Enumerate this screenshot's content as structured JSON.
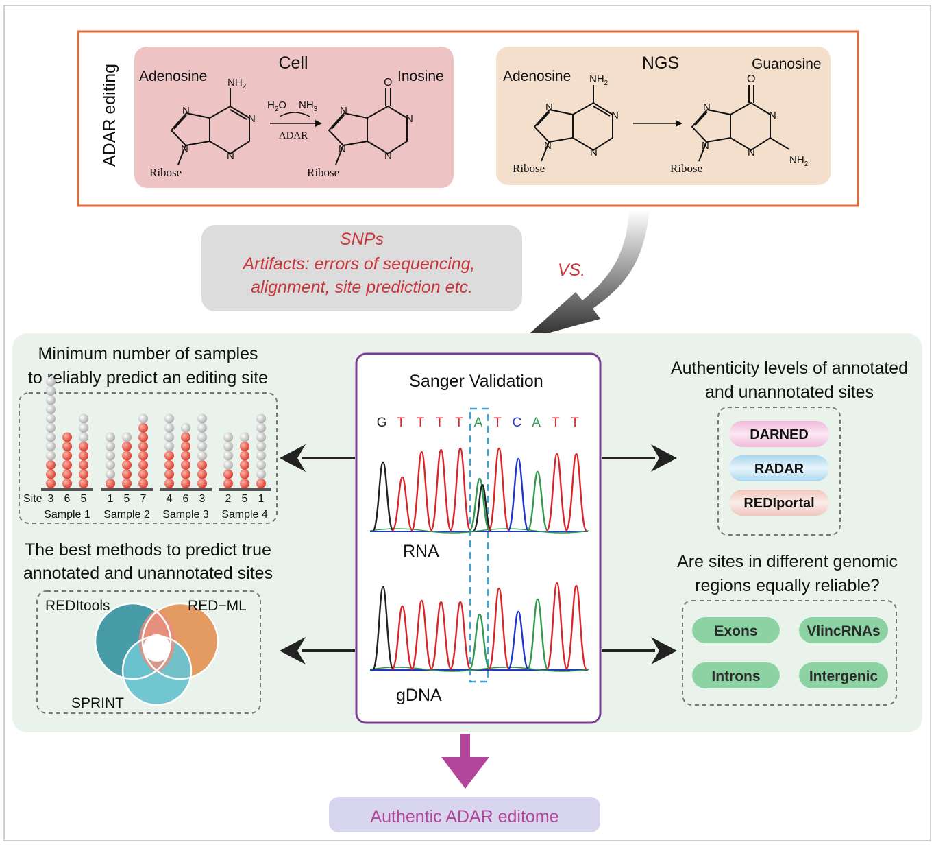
{
  "adar": {
    "side_label": "ADAR editing",
    "cell": {
      "title": "Cell",
      "left_name": "Adenosine",
      "right_name": "Inosine",
      "nh2": "NH",
      "nh2_sub": "2",
      "oxygen": "O",
      "nitrogen": "N",
      "ribose": "Ribose",
      "reagent_left": "H",
      "reagent_left_sub": "2",
      "reagent_left_tail": "O",
      "reagent_right": "NH",
      "reagent_right_sub": "3",
      "enzyme": "ADAR"
    },
    "ngs": {
      "title": "NGS",
      "left_name": "Adenosine",
      "right_name": "Guanosine",
      "nh2": "NH",
      "nh2_sub": "2",
      "oxygen": "O",
      "nitrogen": "N",
      "ribose": "Ribose"
    }
  },
  "confounders": {
    "line1": "SNPs",
    "line2": "Artifacts: errors of sequencing,",
    "line3": "alignment, site prediction etc.",
    "vs": "VS."
  },
  "samples_panel": {
    "title_line1": "Minimum number of samples",
    "title_line2": "to reliably predict an editing site",
    "site_label": "Site",
    "groups": [
      {
        "name": "Sample 1",
        "sites": [
          3,
          6,
          5
        ],
        "heights": [
          12,
          6,
          8
        ]
      },
      {
        "name": "Sample 2",
        "sites": [
          1,
          5,
          7
        ],
        "heights": [
          6,
          6,
          8
        ]
      },
      {
        "name": "Sample 3",
        "sites": [
          4,
          6,
          3
        ],
        "heights": [
          8,
          7,
          8
        ]
      },
      {
        "name": "Sample 4",
        "sites": [
          2,
          5,
          1
        ],
        "heights": [
          6,
          6,
          8
        ]
      }
    ]
  },
  "methods_panel": {
    "title_line1": "The best methods to predict true",
    "title_line2": "annotated and unannotated sites",
    "tools": [
      "REDItools",
      "RED−ML",
      "SPRINT"
    ]
  },
  "sanger": {
    "title": "Sanger Validation",
    "sequence": [
      "G",
      "T",
      "T",
      "T",
      "T",
      "A",
      "T",
      "C",
      "A",
      "T",
      "T"
    ],
    "rna_label": "RNA",
    "gdna_label": "gDNA"
  },
  "databases_panel": {
    "title_line1": "Authenticity levels of annotated",
    "title_line2": "and unannotated sites",
    "databases": [
      "DARNED",
      "RADAR",
      "REDIportal"
    ]
  },
  "regions_panel": {
    "title_line1": "Are sites in different genomic",
    "title_line2": "regions equally reliable?",
    "regions": [
      "Exons",
      "VlincRNAs",
      "Introns",
      "Intergenic"
    ]
  },
  "result": "Authentic ADAR editome",
  "colors": {
    "adar_border": "#e06a3a",
    "cell_bg": "#eec3c3",
    "ngs_bg": "#f4dfcc",
    "red_text": "#c9353a",
    "green_panel": "#e9f3ec",
    "purple": "#7a3d91",
    "magenta": "#b3459b",
    "result_bg": "#d8d6ef",
    "region_green": "#8dd2a3",
    "base_G": "#222222",
    "base_T": "#d8262b",
    "base_A": "#2e9b4e",
    "base_C": "#2236c9",
    "bead_red": "#e74c3c",
    "bead_gray": "#c9c9c9"
  }
}
